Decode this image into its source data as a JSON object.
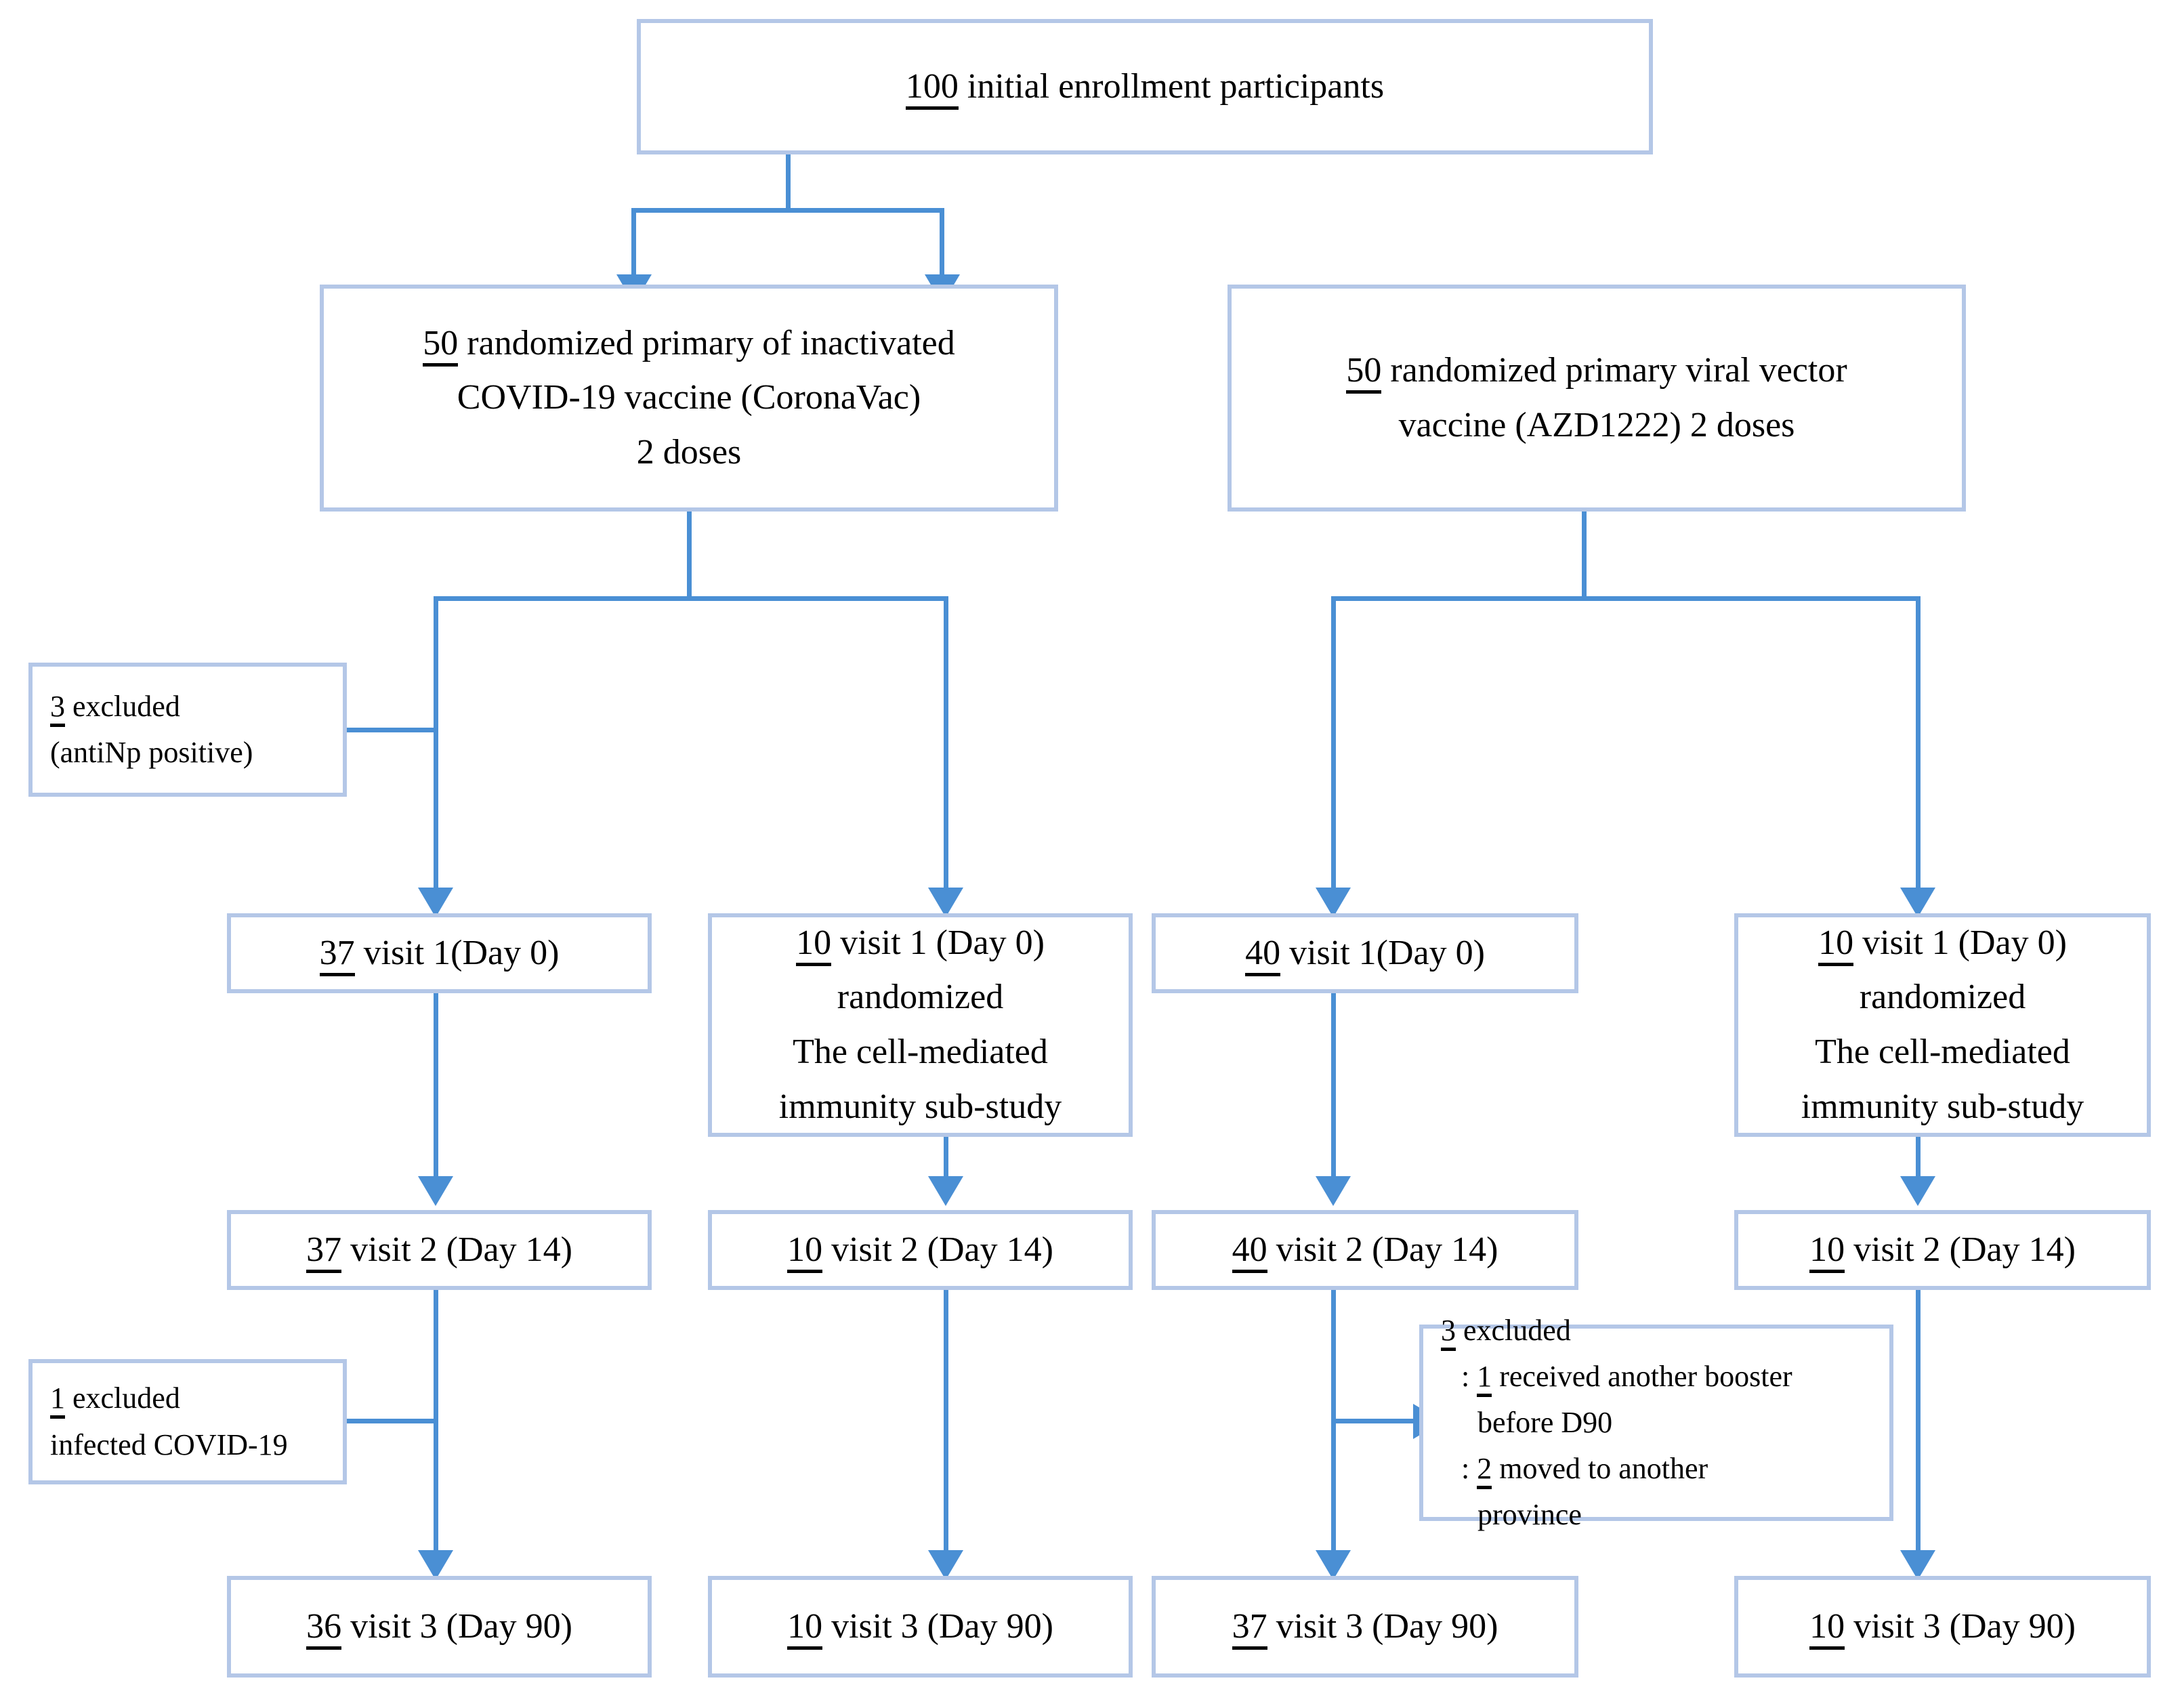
{
  "title": "CONSORT participant flow diagram",
  "colors": {
    "box_border": "#b4c7e7",
    "connector": "#4a8fd4",
    "text": "#000000",
    "background": "#ffffff"
  },
  "enrollment": {
    "count": "100",
    "label": "initial enrollment participants"
  },
  "arms": [
    {
      "id": "coronavac",
      "count": "50",
      "line1": "randomized primary of inactivated",
      "line2": "COVID-19  vaccine (CoronaVac)",
      "line3": "2 doses"
    },
    {
      "id": "azd1222",
      "count": "50",
      "line1": "randomized primary viral vector",
      "line2": "vaccine (AZD1222) 2 doses",
      "line3": ""
    }
  ],
  "exclusions": [
    {
      "id": "excluded-antinp",
      "count": "3",
      "label": "excluded",
      "detail1": "(antiNp positive)",
      "detail2": "",
      "detail3": "",
      "detail4": ""
    },
    {
      "id": "excluded-infected",
      "count": "1",
      "label": "excluded",
      "detail1": "infected COVID-19",
      "detail2": "",
      "detail3": "",
      "detail4": ""
    },
    {
      "id": "excluded-d90",
      "count": "3",
      "label": "excluded",
      "detail1_prefix": ": ",
      "detail1_count": "1",
      "detail1": "received another booster",
      "detail2": "before D90",
      "detail3_prefix": ": ",
      "detail3_count": "2",
      "detail3": "moved to another",
      "detail4": "province"
    }
  ],
  "columns": [
    {
      "id": "coronavac-main",
      "visit1": {
        "count": "37",
        "text": "visit 1(Day 0)",
        "extra1": "",
        "extra2": "",
        "extra3": ""
      },
      "visit2": {
        "count": "37",
        "text": "visit 2 (Day 14)"
      },
      "visit3": {
        "count": "36",
        "text": "visit 3 (Day 90)"
      }
    },
    {
      "id": "coronavac-substudy",
      "visit1": {
        "count": "10",
        "text": "visit 1 (Day 0)",
        "extra1": "randomized",
        "extra2": "The cell-mediated",
        "extra3": "immunity sub-study"
      },
      "visit2": {
        "count": "10",
        "text": "visit 2 (Day 14)"
      },
      "visit3": {
        "count": "10",
        "text": "visit 3 (Day 90)"
      }
    },
    {
      "id": "azd1222-main",
      "visit1": {
        "count": "40",
        "text": "visit 1(Day 0)",
        "extra1": "",
        "extra2": "",
        "extra3": ""
      },
      "visit2": {
        "count": "40",
        "text": "visit 2 (Day 14)"
      },
      "visit3": {
        "count": "37",
        "text": "visit 3 (Day 90)"
      }
    },
    {
      "id": "azd1222-substudy",
      "visit1": {
        "count": "10",
        "text": "visit 1 (Day 0)",
        "extra1": "randomized",
        "extra2": "The cell-mediated",
        "extra3": "immunity sub-study"
      },
      "visit2": {
        "count": "10",
        "text": "visit 2 (Day 14)"
      },
      "visit3": {
        "count": "10",
        "text": "visit 3 (Day 90)"
      }
    }
  ]
}
